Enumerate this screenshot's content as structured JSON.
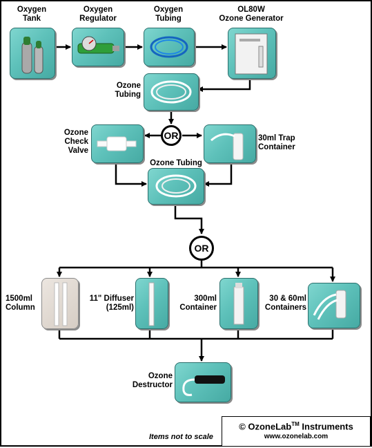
{
  "labels": {
    "oxygen_tank": "Oxygen\nTank",
    "oxygen_regulator": "Oxygen\nRegulator",
    "oxygen_tubing": "Oxygen\nTubing",
    "ozone_generator": "OL80W\nOzone Generator",
    "ozone_tubing_1": "Ozone\nTubing",
    "check_valve": "Ozone\nCheck\nValve",
    "trap_container": "30ml Trap\nContainer",
    "ozone_tubing_2": "Ozone Tubing",
    "column_1500": "1500ml\nColumn",
    "diffuser": "11\" Diffuser\n(125ml)",
    "container_300": "300ml\nContainer",
    "containers_30_60": "30 & 60ml\nContainers",
    "ozone_destructor": "Ozone\nDestructor"
  },
  "or_text": "OR",
  "footer": {
    "brand_prefix": "© OzoneLab",
    "brand_tm": "TM",
    "brand_suffix": " Instruments",
    "url": "www.ozonelab.com"
  },
  "note": "Items not to scale",
  "colors": {
    "box_fill": "#5ec1ba",
    "box_border": "#2a6e6b",
    "line": "#000000"
  }
}
